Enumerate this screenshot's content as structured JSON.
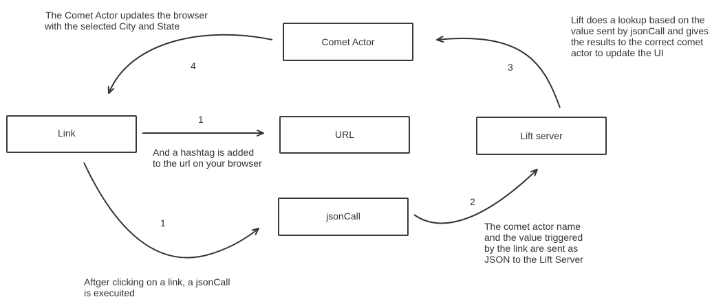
{
  "nodes": {
    "comet_actor": "Comet Actor",
    "link": "Link",
    "url": "URL",
    "lift_server": "Lift server",
    "json_call": "jsonCall"
  },
  "step_numbers": {
    "link_to_url": "1",
    "link_to_jsoncall": "1",
    "jsoncall_to_lift": "2",
    "lift_to_comet": "3",
    "comet_to_link": "4"
  },
  "notes": {
    "comet_update": [
      "The Comet Actor updates the browser",
      "with the selected City and State"
    ],
    "lift_lookup": [
      "Lift does a lookup based on the",
      "value sent by jsonCall and gives",
      "the results to the correct comet",
      "actor to update the UI"
    ],
    "hashtag": [
      "And a hashtag is added",
      "to the url on your browser"
    ],
    "json_sent": [
      "The comet actor name",
      "and the value triggered",
      "by the link are sent as",
      "JSON to the Lift Server"
    ],
    "click": [
      "Aftger clicking on a link, a jsonCall",
      "is execuited"
    ]
  },
  "colors": {
    "stroke": "#333333",
    "text": "#333333",
    "background": "#ffffff"
  }
}
